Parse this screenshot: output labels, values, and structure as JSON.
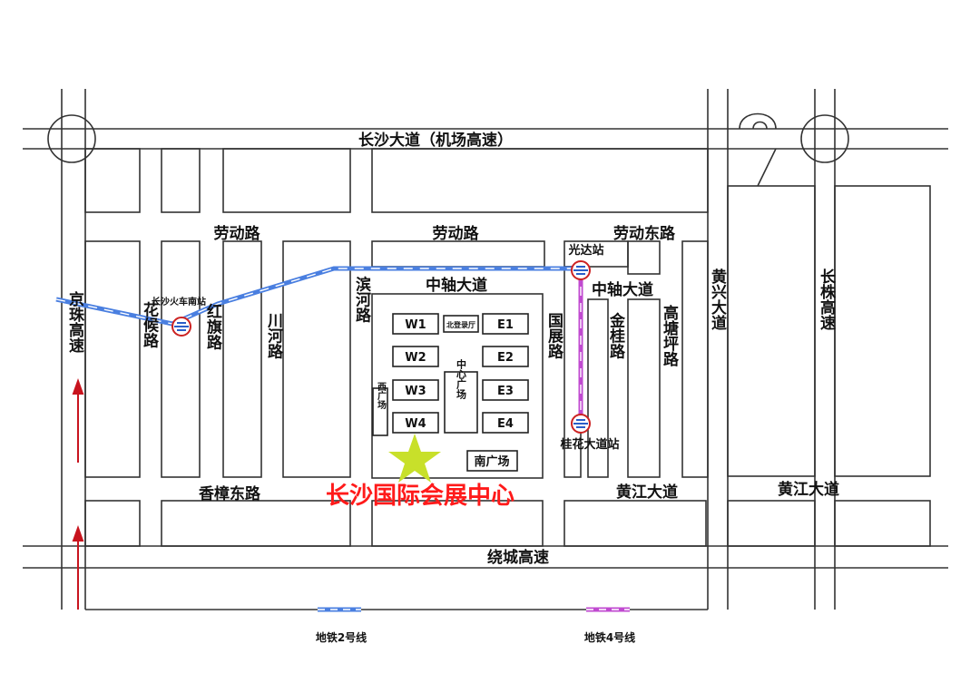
{
  "map": {
    "title": "长沙国际会展中心",
    "roads": {
      "changsha_avenue": "长沙大道（机场高速）",
      "laodong_left": "劳动路",
      "laodong_mid": "劳动路",
      "laodong_east": "劳动东路",
      "zhongzhou_main": "中轴大道",
      "zhongzhou_right": "中轴大道",
      "xiangzhang_east": "香樟东路",
      "huangjiang_1": "黄江大道",
      "huangjiang_2": "黄江大道",
      "raocheng": "绕城高速",
      "jingzhu": "京珠高速",
      "huahou": "花候路",
      "hongqi": "红旗路",
      "chuanhe": "川河路",
      "binhe": "滨河路",
      "guozhan": "国展路",
      "jingui": "金桂路",
      "gaotangping": "高塘坪路",
      "huangxing": "黄兴大道",
      "changzhu": "长株高速"
    },
    "stations": {
      "changsha_south": "长沙火车南站",
      "guangda": "光达站",
      "guihua": "桂花大道站"
    },
    "halls": {
      "w1": "W1",
      "w2": "W2",
      "w3": "W3",
      "w4": "W4",
      "e1": "E1",
      "e2": "E2",
      "e3": "E3",
      "e4": "E4",
      "north_hall": "北登录厅",
      "center_plaza": "中心广场",
      "west_plaza": "西广场",
      "south_plaza": "南广场"
    },
    "legend": {
      "line2": "地铁2号线",
      "line4": "地铁4号线"
    },
    "colors": {
      "line2": "#4a7fe0",
      "line4": "#c04ad0",
      "title": "#ff1a1a",
      "star": "#c8e02a",
      "arrow": "#c8141e"
    }
  }
}
